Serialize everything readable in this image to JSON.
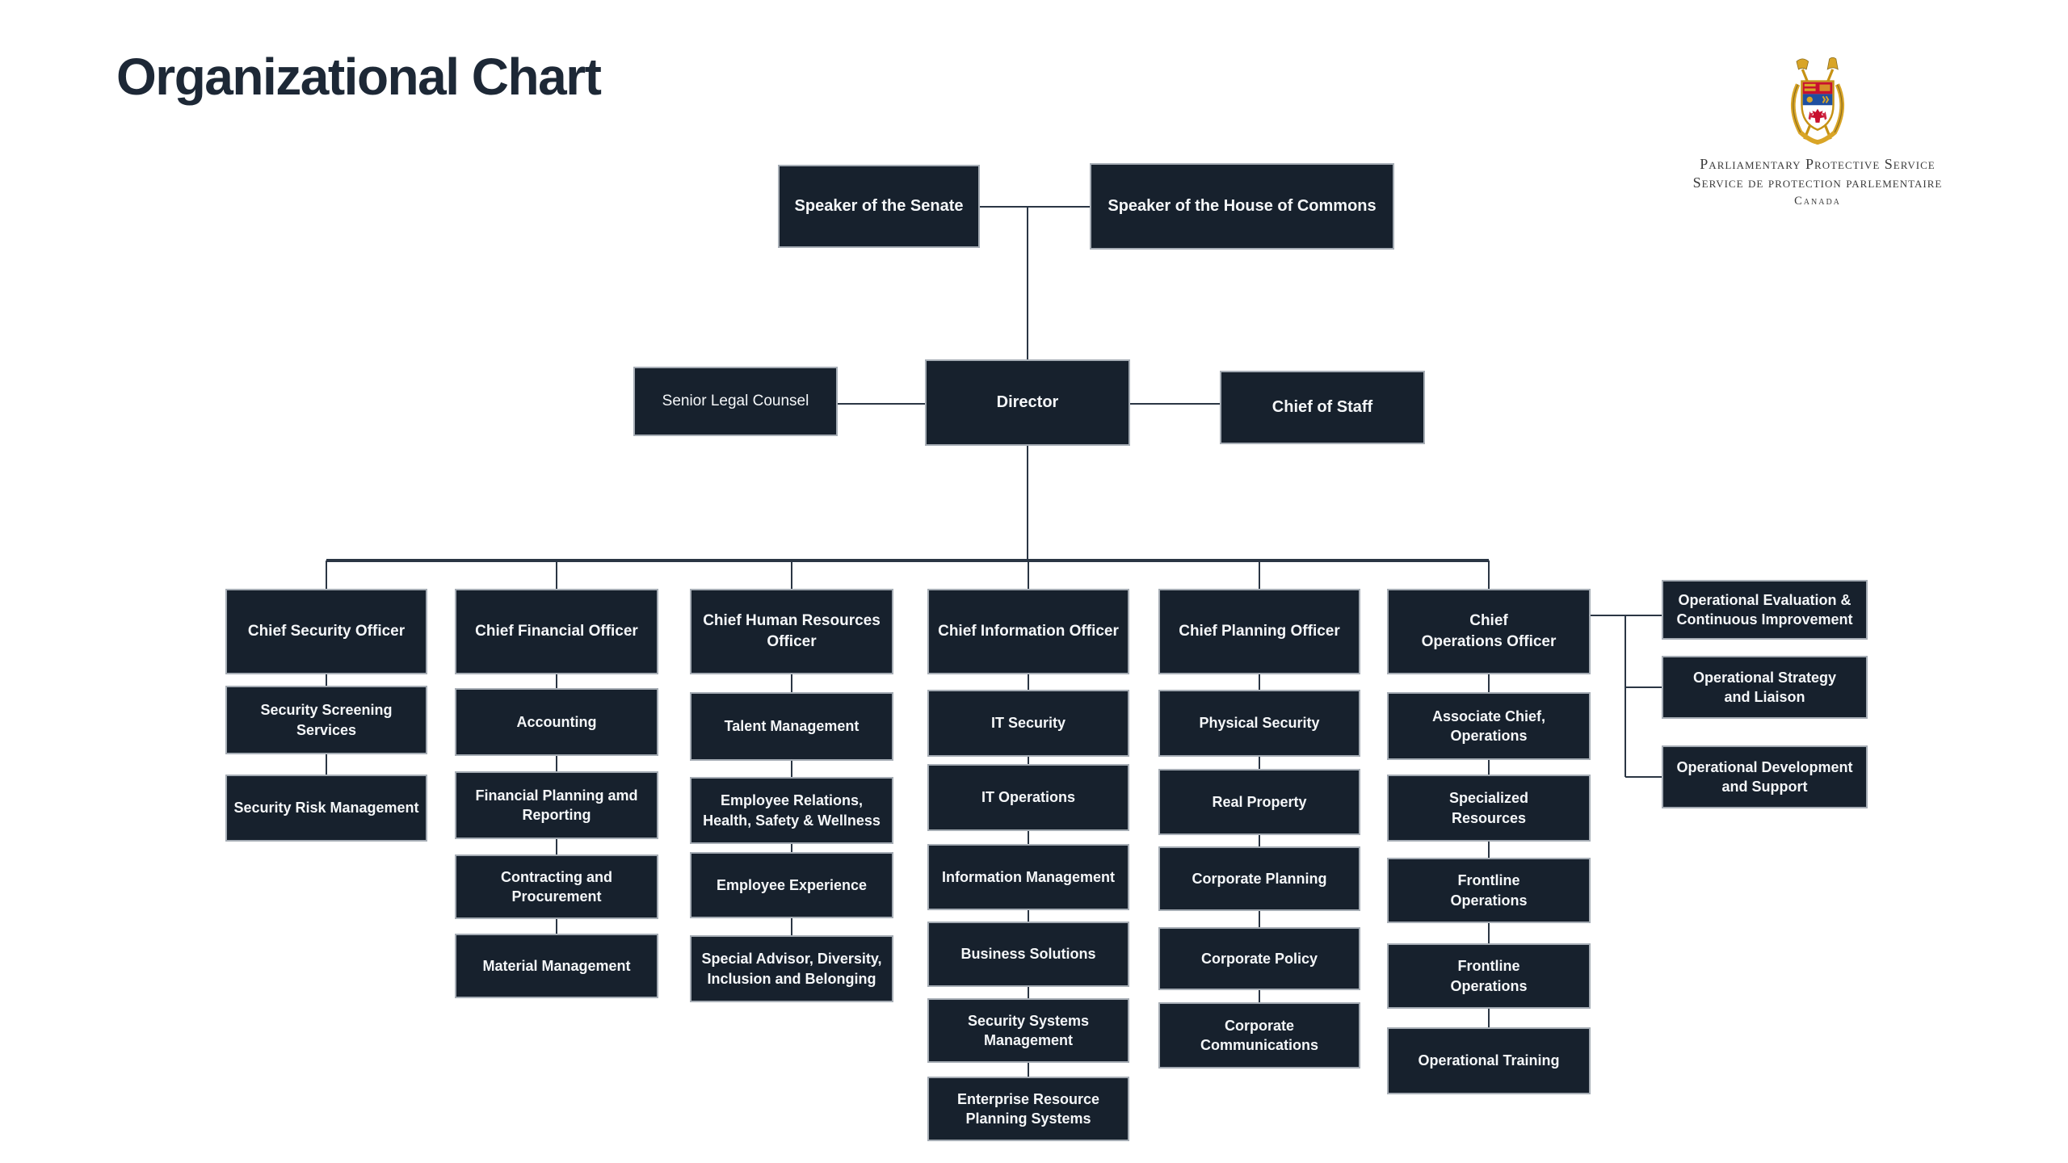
{
  "page": {
    "title": "Organizational Chart"
  },
  "logo": {
    "org_name_en": "Parliamentary Protective Service",
    "org_name_fr": "Service de protection parlementaire",
    "country": "Canada"
  },
  "org": {
    "speakers": [
      {
        "label": "Speaker of the Senate"
      },
      {
        "label": "Speaker of the House of Commons"
      }
    ],
    "director": {
      "label": "Director"
    },
    "senior_legal_counsel": {
      "label": "Senior Legal Counsel"
    },
    "chief_of_staff": {
      "label": "Chief of Staff"
    },
    "branches": [
      {
        "chief": "Chief Security Officer",
        "children": [
          "Security Screening Services",
          "Security Risk Management"
        ]
      },
      {
        "chief": "Chief Financial Officer",
        "children": [
          "Accounting",
          "Financial Planning amd\nReporting",
          "Contracting and\nProcurement",
          "Material Management"
        ]
      },
      {
        "chief": "Chief Human Resources\nOfficer",
        "children": [
          "Talent Management",
          "Employee Relations,\nHealth, Safety & Wellness",
          "Employee Experience",
          "Special Advisor, Diversity,\nInclusion and Belonging"
        ]
      },
      {
        "chief": "Chief Information Officer",
        "children": [
          "IT Security",
          "IT Operations",
          "Information Management",
          "Business Solutions",
          "Security Systems\nManagement",
          "Enterprise Resource\nPlanning  Systems"
        ]
      },
      {
        "chief": "Chief Planning Officer",
        "children": [
          "Physical Security",
          "Real Property",
          "Corporate Planning",
          "Corporate Policy",
          "Corporate\nCommunications"
        ]
      },
      {
        "chief": "Chief\nOperations Officer",
        "children": [
          "Associate Chief,\nOperations",
          "Specialized\nResources",
          "Frontline\nOperations",
          "Frontline\nOperations",
          "Operational Training"
        ]
      }
    ],
    "operations_units": [
      "Operational Evaluation &\nContinuous Improvement",
      "Operational Strategy\nand Liaison",
      "Operational Development\nand Support"
    ]
  },
  "colors": {
    "background": "#FFFFFF",
    "box_fill": "#17212D",
    "box_border": "#A6ADB5",
    "box_text": "#F5F7F9",
    "title_text": "#1D2836",
    "connector": "#2B3644",
    "crest_gold": "#D9A527",
    "crest_red": "#C8102E",
    "crest_blue": "#1F4FA0"
  }
}
